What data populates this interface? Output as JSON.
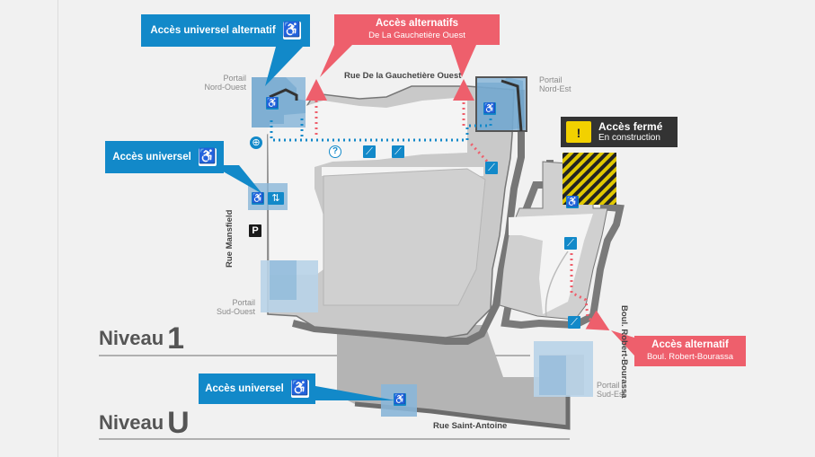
{
  "callouts": {
    "acces_universel_alternatif": {
      "label": "Accès universel alternatif",
      "icon": "wheelchair-icon"
    },
    "acces_universel_west": {
      "label": "Accès universel",
      "icon": "wheelchair-icon"
    },
    "acces_universel_south": {
      "label": "Accès universel",
      "icon": "wheelchair-icon"
    },
    "acces_alternatifs_north": {
      "title": "Accès alternatifs",
      "subtitle": "De La Gauchetière Ouest"
    },
    "acces_alternatif_east": {
      "title": "Accès alternatif",
      "subtitle": "Boul. Robert-Bourassa"
    },
    "acces_ferme": {
      "title": "Accès fermé",
      "subtitle": "En construction",
      "icon": "warning-icon"
    }
  },
  "portals": {
    "nord_ouest": "Portail\nNord-Ouest",
    "nord_est": "Portail\nNord-Est",
    "sud_ouest": "Portail\nSud-Ouest",
    "sud_est": "Portail\nSud-Est"
  },
  "streets": {
    "north": "Rue De la Gauchetière Ouest",
    "west": "Rue Mansfield",
    "east": "Boul. Robert-Bourassa",
    "south": "Rue Saint-Antoine"
  },
  "levels": {
    "level_1": {
      "word": "Niveau",
      "num": "1"
    },
    "level_u": {
      "word": "Niveau",
      "num": "U"
    }
  },
  "map_icons": {
    "parking": "P",
    "info": "?",
    "metro": "metro-icon",
    "escalator": "escalator-icon",
    "wheelchair": "wheelchair-icon",
    "elevator": "elevator-icon"
  },
  "colors": {
    "accent_blue": "#1289c9",
    "accent_red": "#ee5f6c",
    "closed_dark": "#333333",
    "warning_yellow": "#f2d100",
    "building_light": "#f4f4f4",
    "building_mid": "#c9c9c9",
    "building_dark": "#777777"
  }
}
